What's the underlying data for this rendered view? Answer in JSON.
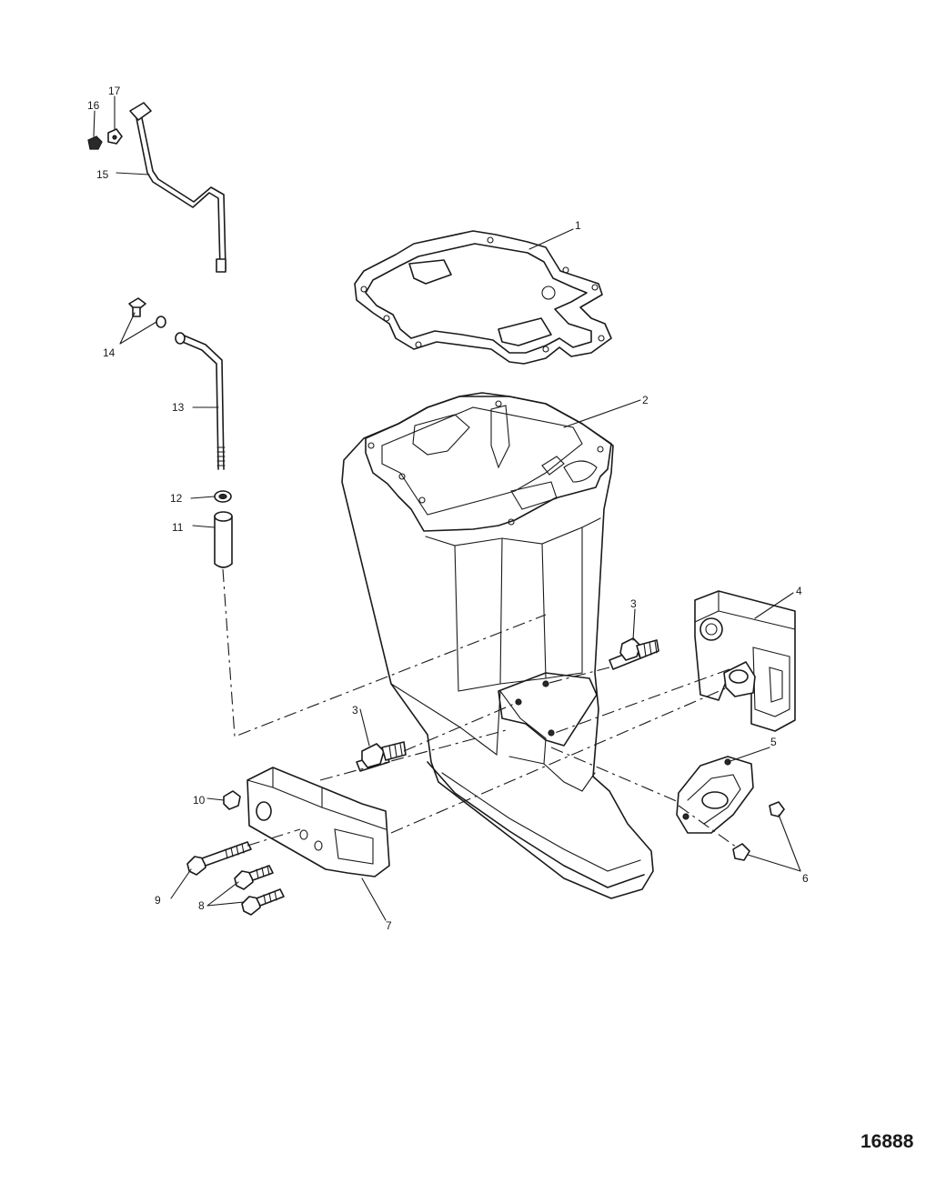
{
  "figure_number": "16888",
  "callouts": {
    "c1": "1",
    "c2": "2",
    "c3a": "3",
    "c3b": "3",
    "c4": "4",
    "c5": "5",
    "c6": "6",
    "c7": "7",
    "c8": "8",
    "c9": "9",
    "c10": "10",
    "c11": "11",
    "c12": "12",
    "c13": "13",
    "c14": "14",
    "c15": "15",
    "c16": "16",
    "c17": "17"
  }
}
